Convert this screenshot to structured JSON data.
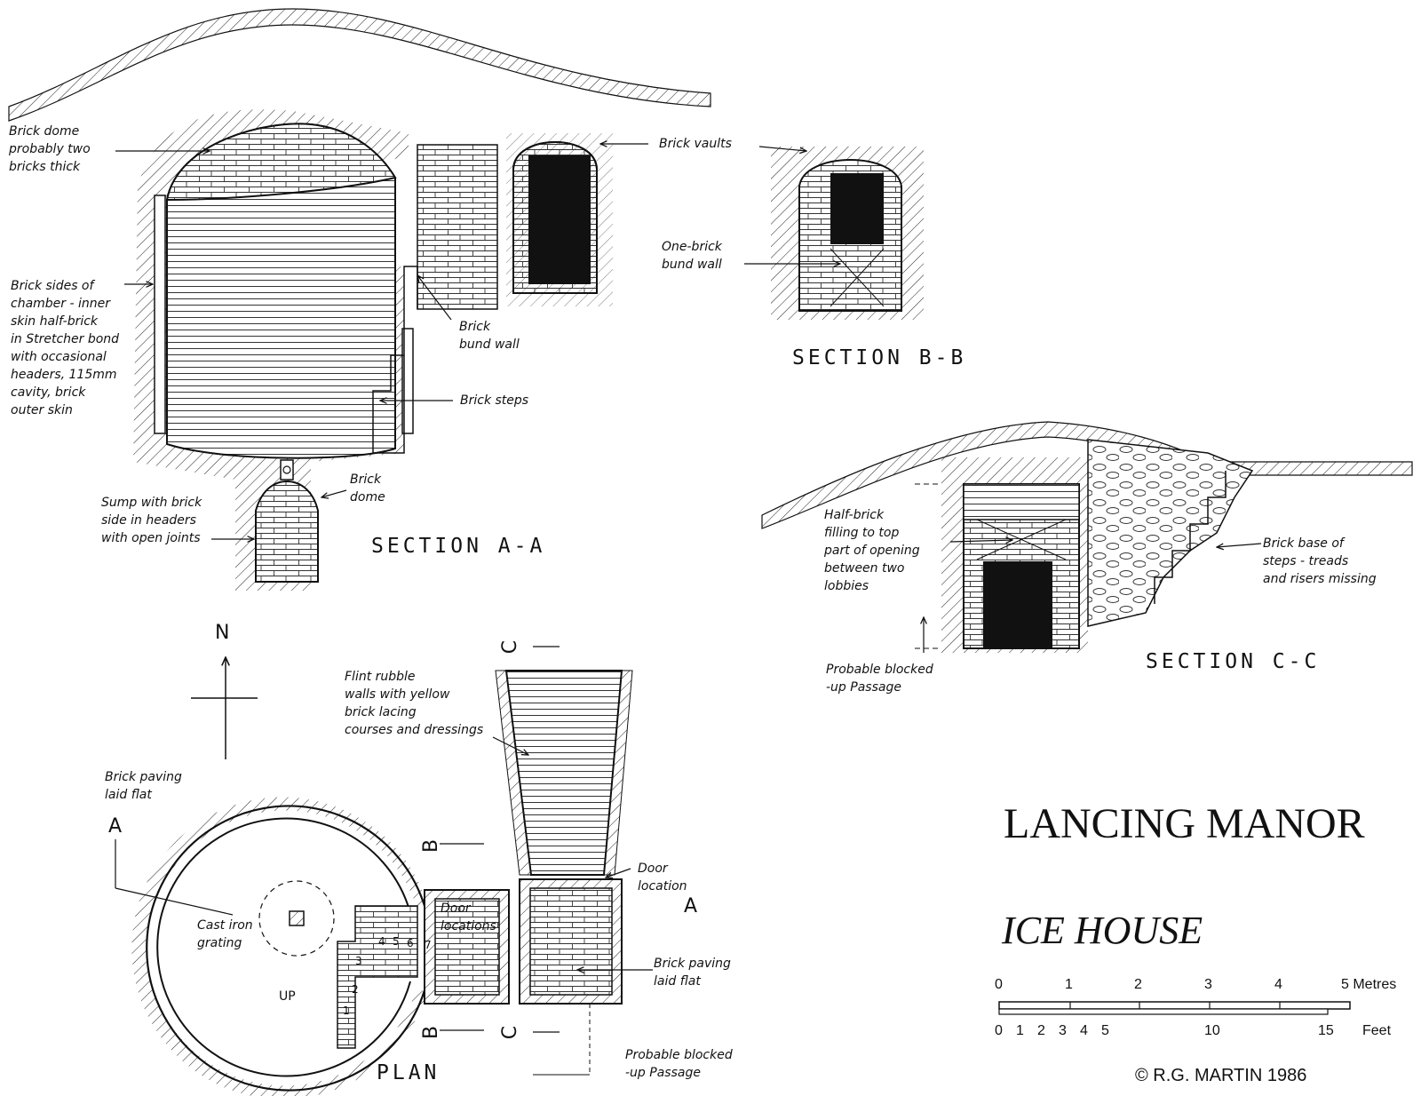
{
  "title": "LANCING MANOR",
  "subtitle": "ICE HOUSE",
  "credit": "© R.G. MARTIN 1986",
  "sections": {
    "aa": "SECTION A-A",
    "bb": "SECTION B-B",
    "cc": "SECTION C-C",
    "plan": "PLAN"
  },
  "labels": {
    "brick_dome": "Brick dome\nprobably two\nbricks thick",
    "brick_vaults": "Brick vaults",
    "one_brick_bund": "One-brick\nbund wall",
    "brick_sides": "Brick sides of\nchamber - inner\nskin half-brick\nin Stretcher bond\nwith occasional\nheaders, 115mm\ncavity, brick\nouter skin",
    "brick_bund_wall": "Brick\nbund wall",
    "brick_steps": "Brick steps",
    "sump_dome": "Brick\ndome",
    "sump": "Sump with brick\nside in headers\nwith open joints",
    "half_brick": "Half-brick\nfilling to top\npart of opening\nbetween two\nlobbies",
    "brick_base_steps": "Brick base of\nsteps - treads\nand risers missing",
    "blocked_passage_c": "Probable blocked\n-up Passage",
    "flint_rubble": "Flint rubble\nwalls with yellow\nbrick lacing\ncourses and dressings",
    "brick_paving_plan": "Brick paving\nlaid flat",
    "cast_iron": "Cast iron\ngrating",
    "door_locations": "Door\nlocations",
    "door_location": "Door\nlocation",
    "brick_paving_flat": "Brick paving\nlaid flat",
    "blocked_passage_plan": "Probable blocked\n-up Passage",
    "up": "UP"
  },
  "markers": {
    "north": "N",
    "a_left": "A",
    "a_right": "A",
    "b_top": "B",
    "b_bottom": "B",
    "c_top": "C",
    "c_bottom": "C",
    "step_numbers": [
      "1",
      "2",
      "3",
      "4",
      "5",
      "6",
      "7"
    ]
  },
  "scale_bar": {
    "metres_ticks": [
      "0",
      "1",
      "2",
      "3",
      "4"
    ],
    "metres_unit": "5 Metres",
    "feet_ticks": [
      "0",
      "1",
      "2",
      "3",
      "4",
      "5",
      "10",
      "15"
    ],
    "feet_unit": "Feet"
  }
}
